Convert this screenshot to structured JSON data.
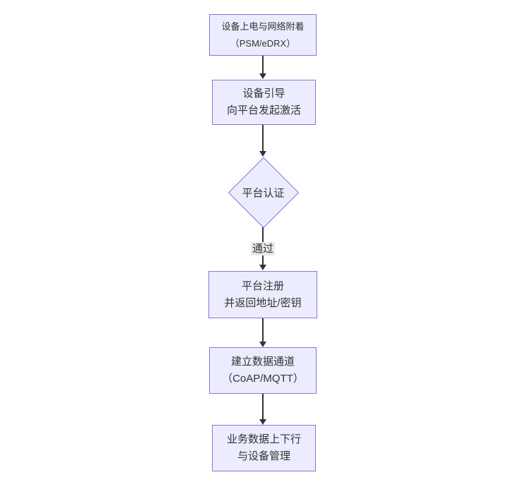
{
  "diagram": {
    "type": "flowchart-top-down",
    "colors": {
      "background": "#ffffff",
      "node_fill": "#ECECFF",
      "node_border": "#9370DB",
      "arrow": "#333333",
      "text": "#333333",
      "edge_label_bg": "#e8e8e8"
    },
    "nodes": [
      {
        "id": "power-attach",
        "shape": "rect",
        "lines": [
          "设备上电与网络附着",
          "（PSM/eDRX）"
        ]
      },
      {
        "id": "bootstrap-activate",
        "shape": "rect",
        "lines": [
          "设备引导",
          "向平台发起激活"
        ]
      },
      {
        "id": "platform-auth",
        "shape": "diamond",
        "lines": [
          "平台认证"
        ]
      },
      {
        "id": "platform-register",
        "shape": "rect",
        "lines": [
          "平台注册",
          "并返回地址/密钥"
        ]
      },
      {
        "id": "data-channel",
        "shape": "rect",
        "lines": [
          "建立数据通道",
          "（CoAP/MQTT）"
        ]
      },
      {
        "id": "business-data",
        "shape": "rect",
        "lines": [
          "业务数据上下行",
          "与设备管理"
        ]
      }
    ],
    "edges": [
      {
        "from": "power-attach",
        "to": "bootstrap-activate",
        "label": ""
      },
      {
        "from": "bootstrap-activate",
        "to": "platform-auth",
        "label": ""
      },
      {
        "from": "platform-auth",
        "to": "platform-register",
        "label": "通过"
      },
      {
        "from": "platform-register",
        "to": "data-channel",
        "label": ""
      },
      {
        "from": "data-channel",
        "to": "business-data",
        "label": ""
      }
    ]
  }
}
